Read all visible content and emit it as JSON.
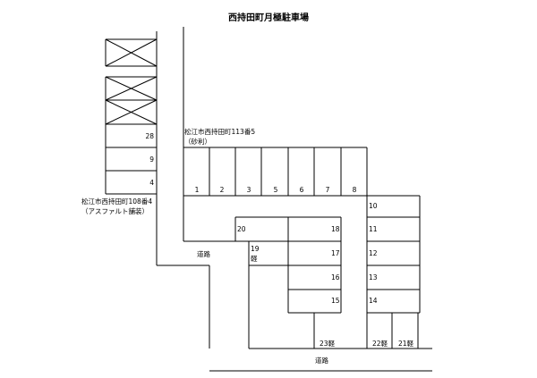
{
  "title": "西持田町月極駐車場",
  "areas": {
    "west_address": "松江市西持田町108番4",
    "west_surface": "（アスファルト舗装）",
    "north_address": "松江市西持田町113番5",
    "north_surface": "（砂利）"
  },
  "roads": {
    "road_label_1": "道路",
    "road_label_2": "道路"
  },
  "spaces": {
    "s1": "1",
    "s2": "2",
    "s3": "3",
    "s4": "5",
    "s5": "6",
    "s6": "7",
    "s7": "8",
    "s8": "28",
    "s9": "9",
    "s10": "4",
    "s11": "10",
    "s12": "11",
    "s13": "12",
    "s14": "13",
    "s15": "14",
    "s16": "20",
    "s17": "18",
    "s18": "17",
    "s19": "16",
    "s20": "15",
    "s21_num": "19",
    "s21_kei": "軽",
    "s22": "23軽",
    "s23": "22軽",
    "s24": "21軽"
  }
}
